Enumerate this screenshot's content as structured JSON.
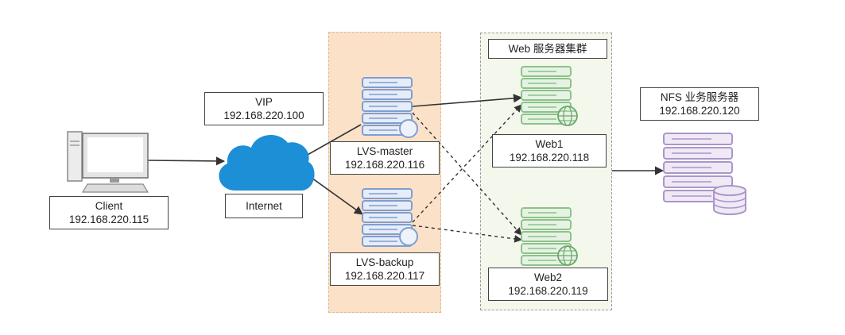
{
  "cluster": {
    "title": "Web 服务器集群"
  },
  "nodes": {
    "client": {
      "name": "Client",
      "ip": "192.168.220.115",
      "icon": "desktop-computer-icon"
    },
    "vip": {
      "name": "VIP",
      "ip": "192.168.220.100"
    },
    "internet": {
      "name": "Internet",
      "icon": "cloud-icon"
    },
    "lvs_master": {
      "name": "LVS-master",
      "ip": "192.168.220.116",
      "icon": "server-icon"
    },
    "lvs_backup": {
      "name": "LVS-backup",
      "ip": "192.168.220.117",
      "icon": "server-icon"
    },
    "web1": {
      "name": "Web1",
      "ip": "192.168.220.118",
      "icon": "web-server-icon"
    },
    "web2": {
      "name": "Web2",
      "ip": "192.168.220.119",
      "icon": "web-server-icon"
    },
    "nfs": {
      "name": "NFS 业务服务器",
      "ip": "192.168.220.120",
      "icon": "storage-server-icon"
    }
  },
  "colors": {
    "lvs_zone": "#fbe1c8",
    "web_zone": "#f4f7ec",
    "lvs_server": "#7f9ed0",
    "web_server": "#8cc28a",
    "nfs_server": "#ab96c8",
    "cloud": "#1c8fd6"
  }
}
